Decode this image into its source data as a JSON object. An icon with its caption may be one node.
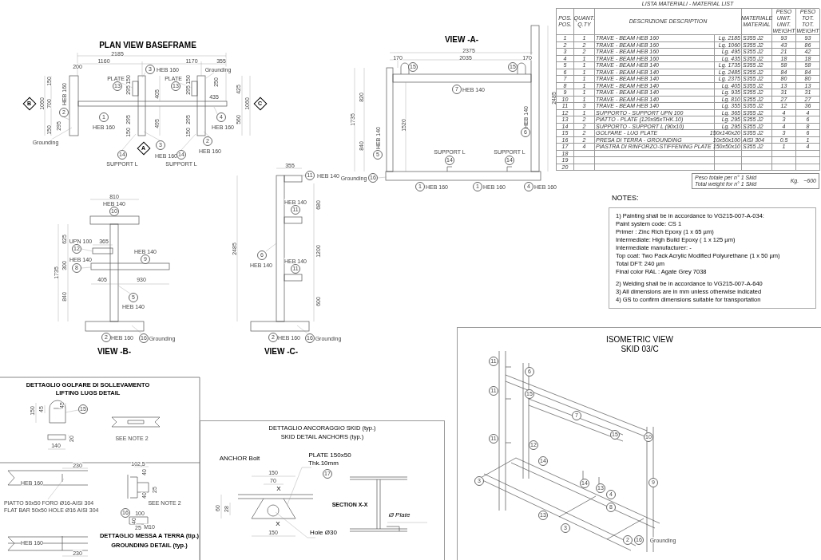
{
  "diagram": {
    "nodes": [
      {
        "text": [
          "Peso totale per n° 1 Skid",
          "Total weight for n° 1 Skid",
          "Kg.",
          "~600"
        ]
      },
      {
        "text": [
          "NOTES:",
          "1) Painting shall be in accordance to VG215-007-A-034:",
          "Paint system code: CS 1",
          "Primer : Zinc Rich Epoxy (1 x 65 µm)",
          "Intermediate: High Build Epoxy ( 1 x 125 µm)",
          "Intermediate manufacturer: -",
          "Top coat: Two Pack Acrylic Modified Polyurethane (1 x 50 µm)",
          "Total DFT: 240 µm",
          "Final color RAL : Agate Grey 7038",
          "2) Welding shall be in accordance to VG215-007-A-640",
          "3) All dimensions are in mm unless otherwise indicated",
          "4) GS to confirm dimensions suitable for transportation"
        ]
      },
      {
        "text": [
          "ISOMETRIC VIEW",
          "SKID 03/C"
        ]
      },
      {
        "text": [
          "DETTAGLIO ANCORAGGIO SKID (typ.)",
          "SKID DETAIL ANCHORS (typ.)"
        ]
      }
    ],
    "labels": [
      "PLAN VIEW BASEFRAME",
      "2185",
      "1160",
      "1170",
      "355",
      "200",
      "3",
      "HEB 160",
      "Grounding",
      "150",
      "PLATE",
      "150",
      "PLATE",
      "150",
      "250",
      "13",
      "295",
      "13",
      "295",
      "425",
      "HEB 160",
      "405",
      "435",
      "B",
      "1060",
      "700",
      "1060",
      "C",
      "2",
      "1",
      "4",
      "295",
      "295",
      "560",
      "295",
      "HEB 160",
      "495",
      "HEB 160",
      "150",
      "150",
      "150",
      "Grounding",
      "2",
      "A",
      "3",
      "HEB 160",
      "14",
      "HEB 160",
      "14",
      "SUPPORT L",
      "SUPPORT L",
      "VIEW -A-",
      "2375",
      "170",
      "2035",
      "170",
      "15",
      "15",
      "7",
      "HEB 140",
      "820",
      "2485",
      "HEB 140",
      "1735",
      "1520",
      "6",
      "HEB 140",
      "840",
      "SUPPORT L",
      "SUPPORT L",
      "5",
      "14",
      "14",
      "Grounding",
      "16",
      "1",
      "HEB 160",
      "1",
      "HEB 160",
      "4",
      "HEB 160",
      "810",
      "HEB 140",
      "10",
      "625",
      "UPN 100",
      "365",
      "12",
      "HEB 140",
      "HEB 140",
      "9",
      "300",
      "8",
      "1735",
      "405",
      "930",
      "840",
      "5",
      "HEB 140",
      "2",
      "HEB 160",
      "16",
      "Grounding",
      "VIEW -B-",
      "355",
      "11",
      "HEB 140",
      "HEB 140",
      "680",
      "11",
      "2485",
      "1200",
      "6",
      "HEB 140",
      "HEB 140",
      "11",
      "600",
      "2",
      "HEB 160",
      "16",
      "Grounding",
      "VIEW -C-",
      "DETTAGLIO GOLFARE DI SOLLEVAMENTO",
      "LIFTING LUGS DETAIL",
      "45",
      "150",
      "45",
      "15",
      "20",
      "SEE NOTE 2",
      "140",
      "230",
      "102,5",
      "40",
      "HEB 160",
      "25",
      "40",
      "PIATTO 50x50 FORO Ø16-AISI 304",
      "SEE NOTE 2",
      "FLAT BAR 50x50 HOLE Ø16 AISI 304",
      "16",
      "100",
      "40",
      "25",
      "M10",
      "HEB 160",
      "DETTAGLIO MESSA A TERRA (tip.)",
      "230",
      "GROUNDING DETAIL (typ.)",
      "ANCHOR Bolt",
      "PLATE 150x50",
      "Thk.10mm",
      "150",
      "17",
      "70",
      "X",
      "60",
      "28",
      "SECTION X-X",
      "Ø Plate",
      "X",
      "150",
      "Hole Ø30",
      "11",
      "6",
      "11",
      "15",
      "7",
      "15",
      "10",
      "11",
      "12",
      "14",
      "3",
      "14",
      "9",
      "13",
      "4",
      "8",
      "13",
      "3",
      "2",
      "16",
      "Grounding",
      "LISTA MATERIALI - MATERIAL LIST",
      "POS. POS.",
      "QUANT. Q.TY",
      "DESCRIZIONE DESCRIPTION",
      "MATERIALE MATERIAL",
      "PESO UNIT. UNIT. WEIGHT",
      "PESO TOT. TOT. WEIGHT",
      "1",
      "1",
      "TRAVE - BEAM HEB 160",
      "Lg. 2185",
      "S355 J2",
      "93",
      "93",
      "2",
      "2",
      "TRAVE - BEAM HEB 160",
      "Lg. 1060",
      "S355 J2",
      "43",
      "86",
      "3",
      "2",
      "TRAVE - BEAM HEB 160",
      "Lg. 495",
      "S355 J2",
      "21",
      "42",
      "4",
      "1",
      "TRAVE - BEAM HEB 160",
      "Lg. 435",
      "S355 J2",
      "18",
      "18",
      "5",
      "1",
      "TRAVE - BEAM HEB 140",
      "Lg. 1735",
      "S355 J2",
      "58",
      "58",
      "6",
      "1",
      "TRAVE - BEAM HEB 140",
      "Lg. 2485",
      "S355 J2",
      "84",
      "84",
      "7",
      "1",
      "TRAVE - BEAM HEB 140",
      "Lg. 2375",
      "S355 J2",
      "80",
      "80",
      "8",
      "1",
      "TRAVE - BEAM HEB 140",
      "Lg. 405",
      "S355 J2",
      "13",
      "13",
      "9",
      "1",
      "TRAVE - BEAM HEB 140",
      "Lg. 935",
      "S355 J2",
      "31",
      "31",
      "10",
      "1",
      "TRAVE - BEAM HEB 140",
      "Lg. 810",
      "S355 J2",
      "27",
      "27",
      "11",
      "3",
      "TRAVE - BEAM HEB 140",
      "Lg. 355",
      "S355 J2",
      "12",
      "36",
      "12",
      "1",
      "SUPPORTO - SUPPORT UPN 100",
      "Lg. 365",
      "S355 J2",
      "4",
      "4",
      "13",
      "2",
      "PIATTO - PLATE (120x95xTHK.10)",
      "Lg. 295",
      "S355 J2",
      "3",
      "6",
      "14",
      "2",
      "SUPPORTO - SUPPORT L (90x10)",
      "Lg. 295",
      "S355 J2",
      "4",
      "8",
      "15",
      "2",
      "GOLFARE - LUG PLATE",
      "150x140x20",
      "S355 J2",
      "3",
      "6",
      "16",
      "2",
      "PRESA DI TERRA - GROUNDING",
      "10x50x100",
      "AISI 304",
      "0.5",
      "1",
      "17",
      "4",
      "PIASTRA DI RINFORZO-STIFFENING PLATE",
      "150x50x10",
      "S355 J2",
      "1",
      "4",
      "18",
      "19",
      "20"
    ]
  }
}
